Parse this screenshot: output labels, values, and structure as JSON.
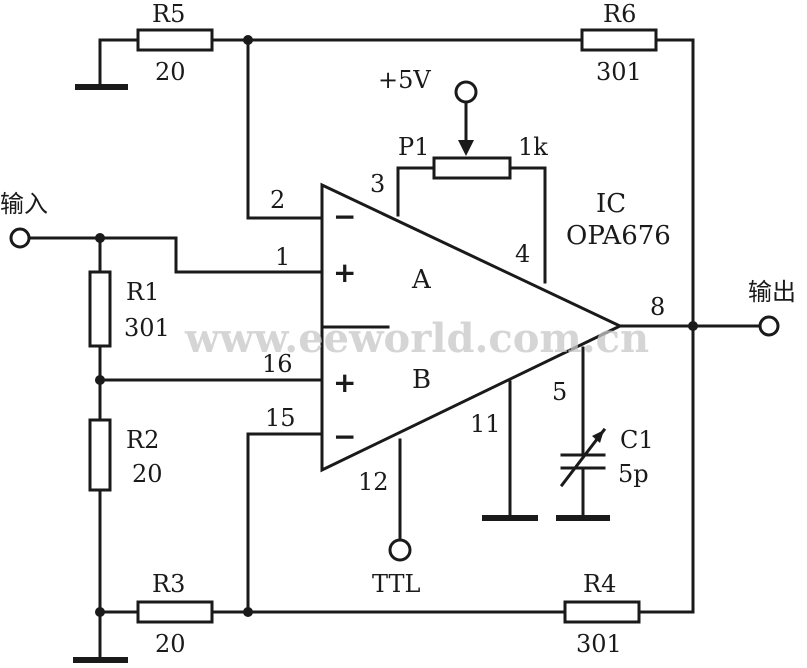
{
  "labels": {
    "r5_name": "R5",
    "r5_value": "20",
    "r6_name": "R6",
    "r6_value": "301",
    "r1_name": "R1",
    "r1_value": "301",
    "r2_name": "R2",
    "r2_value": "20",
    "r3_name": "R3",
    "r3_value": "20",
    "r4_name": "R4",
    "r4_value": "301",
    "p1_name": "P1",
    "p1_value": "1k",
    "c1_name": "C1",
    "c1_value": "5p",
    "supply": "+5V",
    "ic_line1": "IC",
    "ic_line2": "OPA676",
    "input": "输入",
    "output": "输出",
    "ttl": "TTL",
    "amp_a": "A",
    "amp_b": "B",
    "plus": "+",
    "minus": "−",
    "pin1": "1",
    "pin2": "2",
    "pin3": "3",
    "pin4": "4",
    "pin5": "5",
    "pin8": "8",
    "pin11": "11",
    "pin12": "12",
    "pin15": "15",
    "pin16": "16"
  },
  "watermark": "www.eeworld.com.cn"
}
